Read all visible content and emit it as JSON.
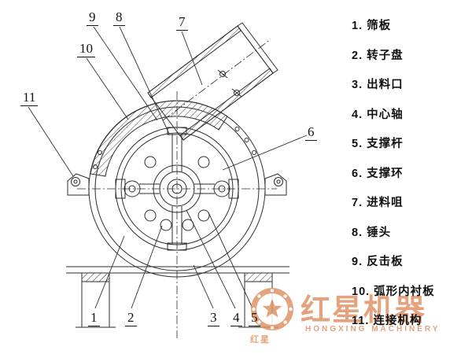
{
  "colors": {
    "line": "#2e2e2e",
    "watermark": "#dd9468",
    "background": "#ffffff"
  },
  "legend": {
    "items": [
      {
        "num": "1.",
        "label": "筛板"
      },
      {
        "num": "2.",
        "label": "转子盘"
      },
      {
        "num": "3.",
        "label": "出料口"
      },
      {
        "num": "4.",
        "label": "中心轴"
      },
      {
        "num": "5.",
        "label": "支撑杆"
      },
      {
        "num": "6.",
        "label": "支撑环"
      },
      {
        "num": "7.",
        "label": "进料咀"
      },
      {
        "num": "8.",
        "label": "锤头"
      },
      {
        "num": "9.",
        "label": "反击板"
      },
      {
        "num": "10.",
        "label": "弧形内衬板"
      },
      {
        "num": "11.",
        "label": "连接机构"
      }
    ]
  },
  "callouts": [
    "1",
    "2",
    "3",
    "4",
    "5",
    "6",
    "7",
    "8",
    "9",
    "10",
    "11"
  ],
  "watermark": {
    "brand_cn": "红星机器",
    "brand_en": "HONGXING MACHINERY",
    "emblem_caption": "红星"
  }
}
